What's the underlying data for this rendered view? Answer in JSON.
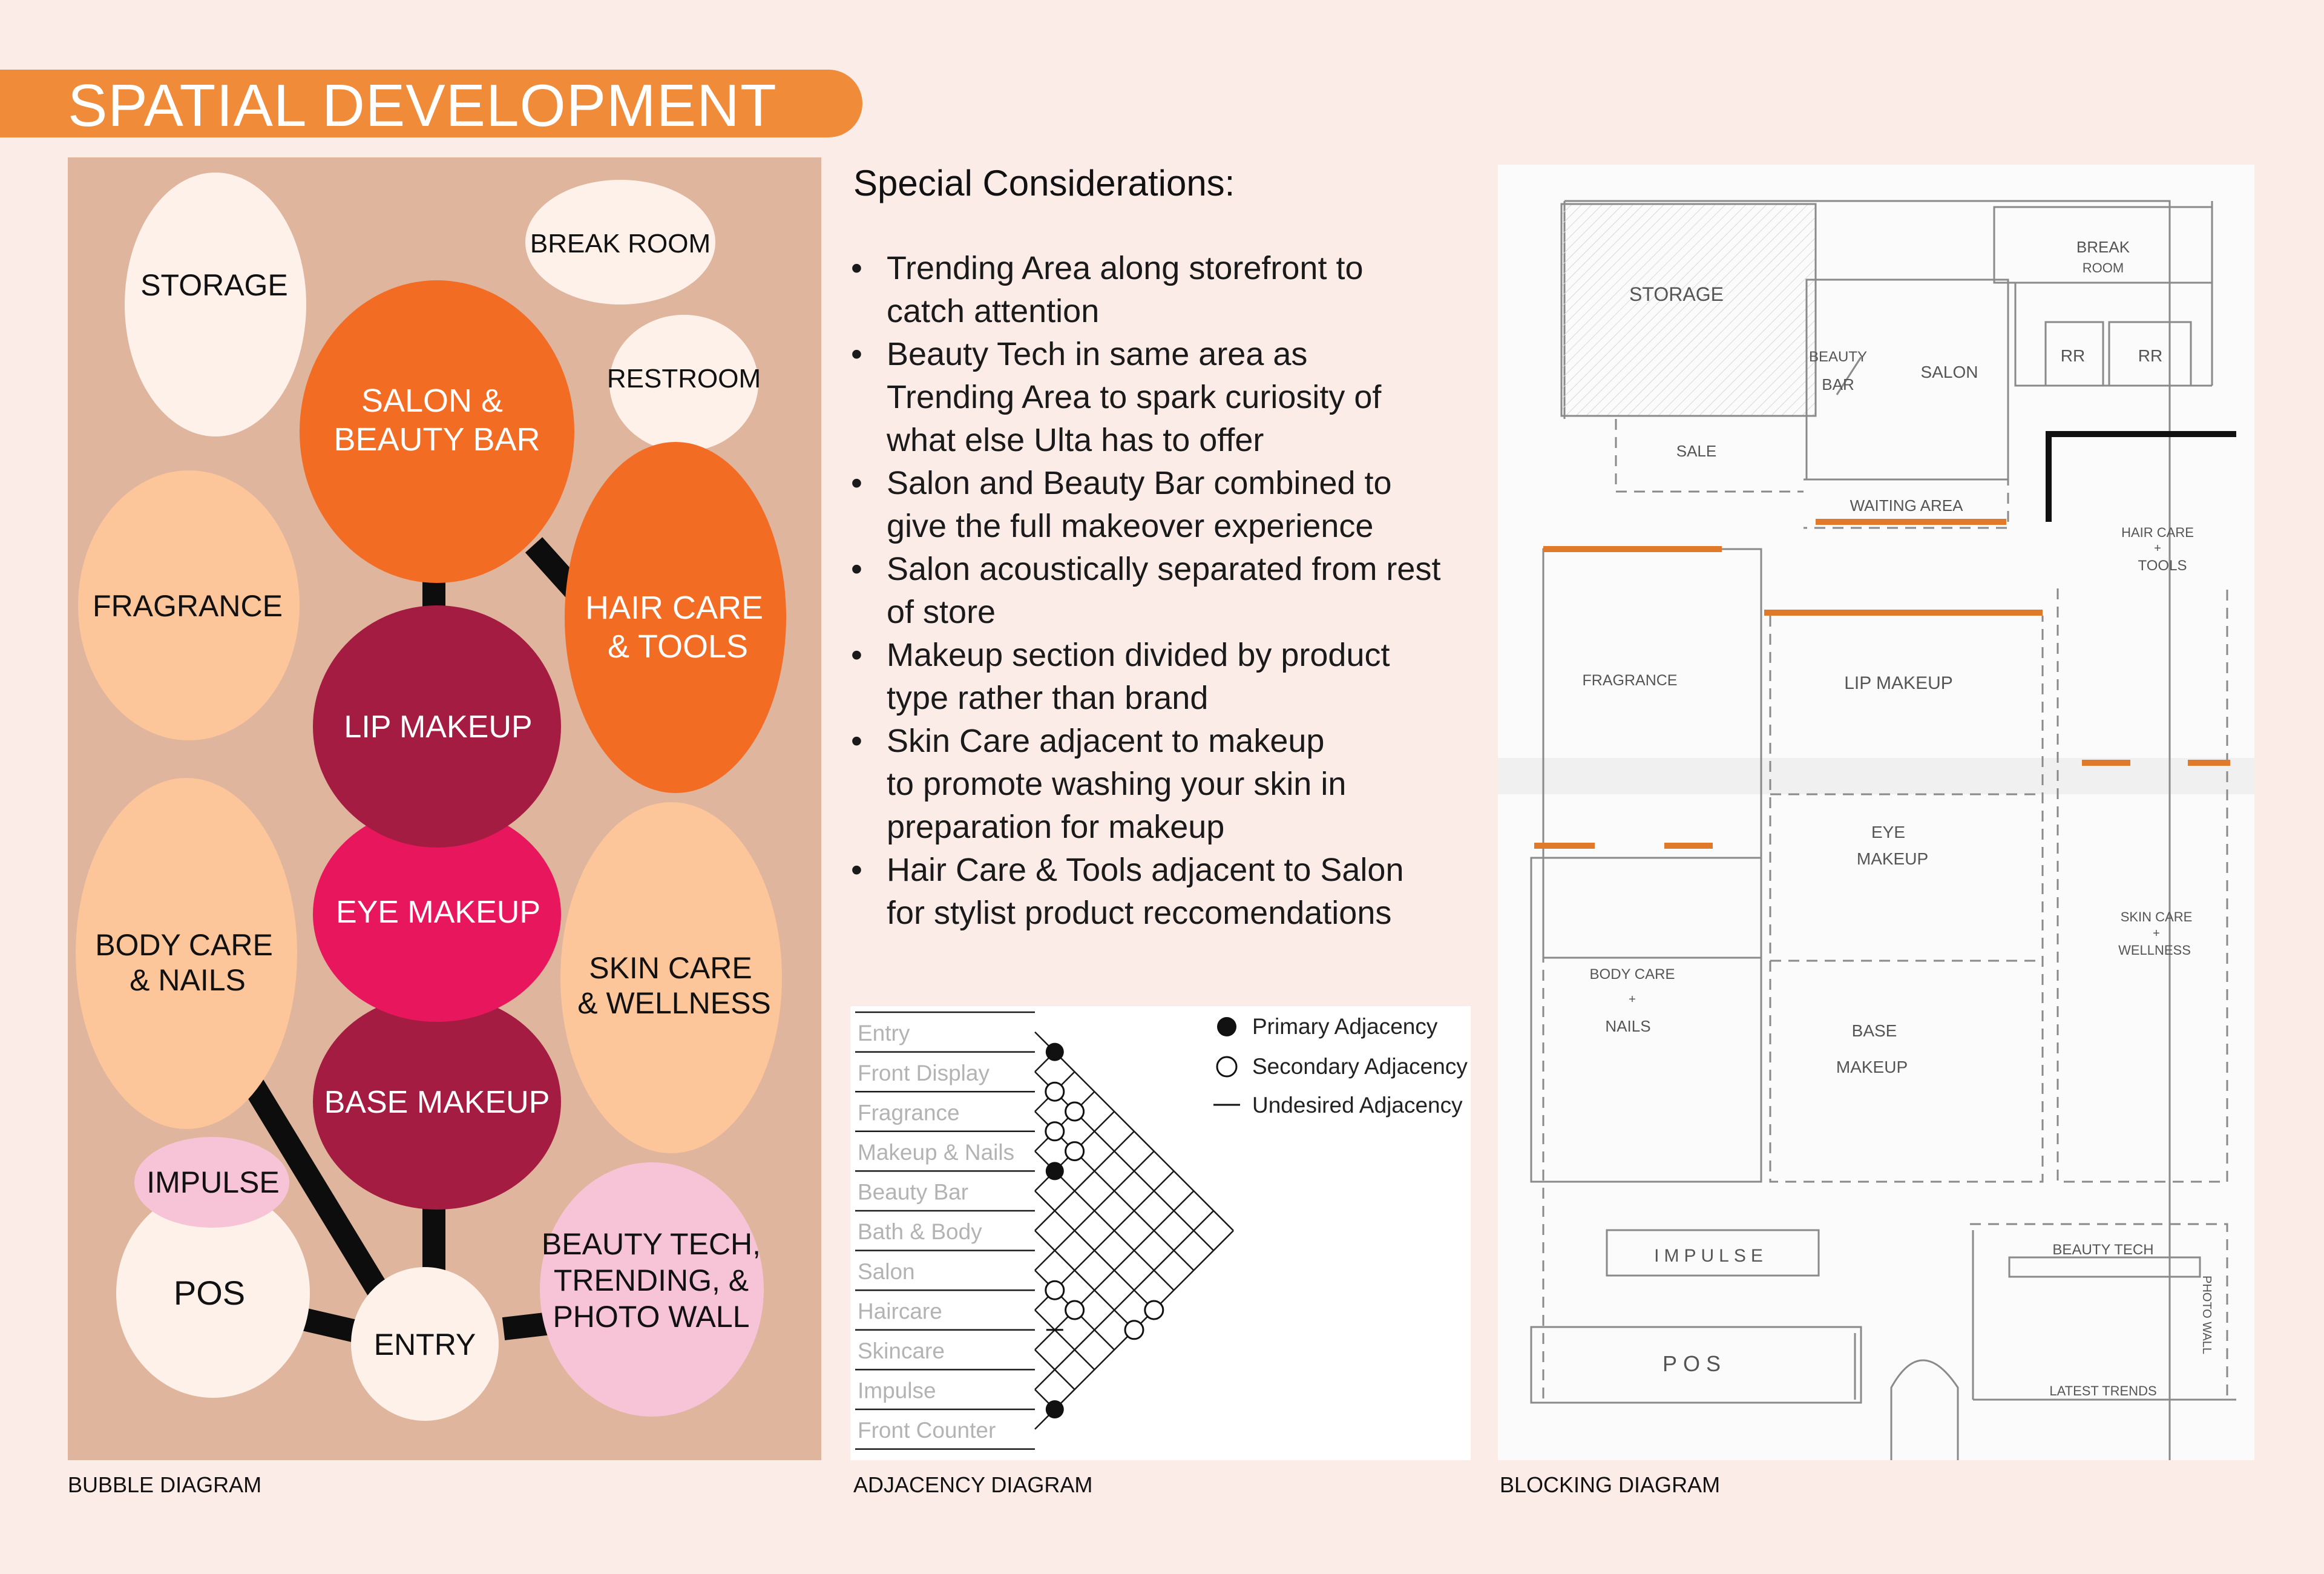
{
  "header": {
    "title": "SPATIAL DEVELOPMENT"
  },
  "colors": {
    "banner": "#f08b3a",
    "bubble_bg": "#dfb59e",
    "orange": "#f26c24",
    "maroon": "#a51c42",
    "magenta": "#e8175d",
    "peach": "#fcc59a",
    "cream": "#fdf1ea",
    "pink": "#f7c3d6",
    "connector": "#0d0d0d"
  },
  "captions": {
    "bubble": "BUBBLE DIAGRAM",
    "adjacency": "ADJACENCY DIAGRAM",
    "blocking": "BLOCKING DIAGRAM"
  },
  "bubble": {
    "storage": "STORAGE",
    "break_room": "BREAK ROOM",
    "restroom": "RESTROOM",
    "salon_1": "SALON &",
    "salon_2": "BEAUTY BAR",
    "fragrance": "FRAGRANCE",
    "hair_1": "HAIR CARE",
    "hair_2": "& TOOLS",
    "lip": "LIP MAKEUP",
    "eye": "EYE MAKEUP",
    "base": "BASE MAKEUP",
    "body_1": "BODY CARE",
    "body_2": "& NAILS",
    "skin_1": "SKIN CARE",
    "skin_2": "& WELLNESS",
    "impulse": "IMPULSE",
    "pos": "POS",
    "entry": "ENTRY",
    "tech_1": "BEAUTY TECH,",
    "tech_2": "TRENDING, &",
    "tech_3": "PHOTO WALL"
  },
  "special": {
    "title": "Special Considerations:",
    "bullet": "•",
    "items": [
      [
        "Trending Area along storefront to",
        "catch attention"
      ],
      [
        "Beauty Tech in same area as",
        "Trending Area to spark curiosity of",
        "what else Ulta has to offer"
      ],
      [
        "Salon and Beauty Bar combined to",
        "give the full makeover experience"
      ],
      [
        "Salon acoustically separated from rest",
        "of store"
      ],
      [
        "Makeup section divided by product",
        "type rather than brand"
      ],
      [
        "Skin Care adjacent to makeup",
        "to promote washing your skin in",
        "preparation for makeup"
      ],
      [
        "Hair Care & Tools adjacent to Salon",
        "for stylist product reccomendations"
      ]
    ]
  },
  "adjacency": {
    "rows": [
      "Entry",
      "Front Display",
      "Fragrance",
      "Makeup & Nails",
      "Beauty Bar",
      "Bath & Body",
      "Salon",
      "Haircare",
      "Skincare",
      "Impulse",
      "Front Counter"
    ],
    "legend": {
      "primary": "Primary Adjacency",
      "secondary": "Secondary Adjacency",
      "undesired": "Undesired Adjacency"
    },
    "primary": [
      [
        0,
        1
      ],
      [
        3,
        4
      ],
      [
        9,
        10
      ]
    ],
    "secondary": [
      [
        1,
        2
      ],
      [
        1,
        3
      ],
      [
        2,
        3
      ],
      [
        2,
        4
      ],
      [
        5,
        10
      ],
      [
        4,
        10
      ],
      [
        6,
        7
      ],
      [
        6,
        8
      ]
    ],
    "undesired": [
      [
        7,
        8
      ]
    ]
  },
  "blocking": {
    "storage": "STORAGE",
    "break_1": "BREAK",
    "break_2": "ROOM",
    "rr1": "RR",
    "rr2": "RR",
    "beauty_1": "BEAUTY",
    "beauty_2": "BAR",
    "salon": "SALON",
    "sale": "SALE",
    "waiting": "WAITING AREA",
    "hair_1": "HAIR CARE",
    "hair_2": "+",
    "hair_3": "TOOLS",
    "fragrance": "FRAGRANCE",
    "lip": "LIP MAKEUP",
    "eye_1": "EYE",
    "eye_2": "MAKEUP",
    "skin_1": "SKIN CARE",
    "skin_2": "+",
    "skin_3": "WELLNESS",
    "body_1": "BODY CARE",
    "body_2": "+",
    "body_3": "NAILS",
    "base_1": "BASE",
    "base_2": "MAKEUP",
    "impulse": "IMPULSE",
    "pos": "POS",
    "tech": "BEAUTY TECH",
    "photo": "PHOTO WALL",
    "latest": "LATEST TRENDS"
  }
}
